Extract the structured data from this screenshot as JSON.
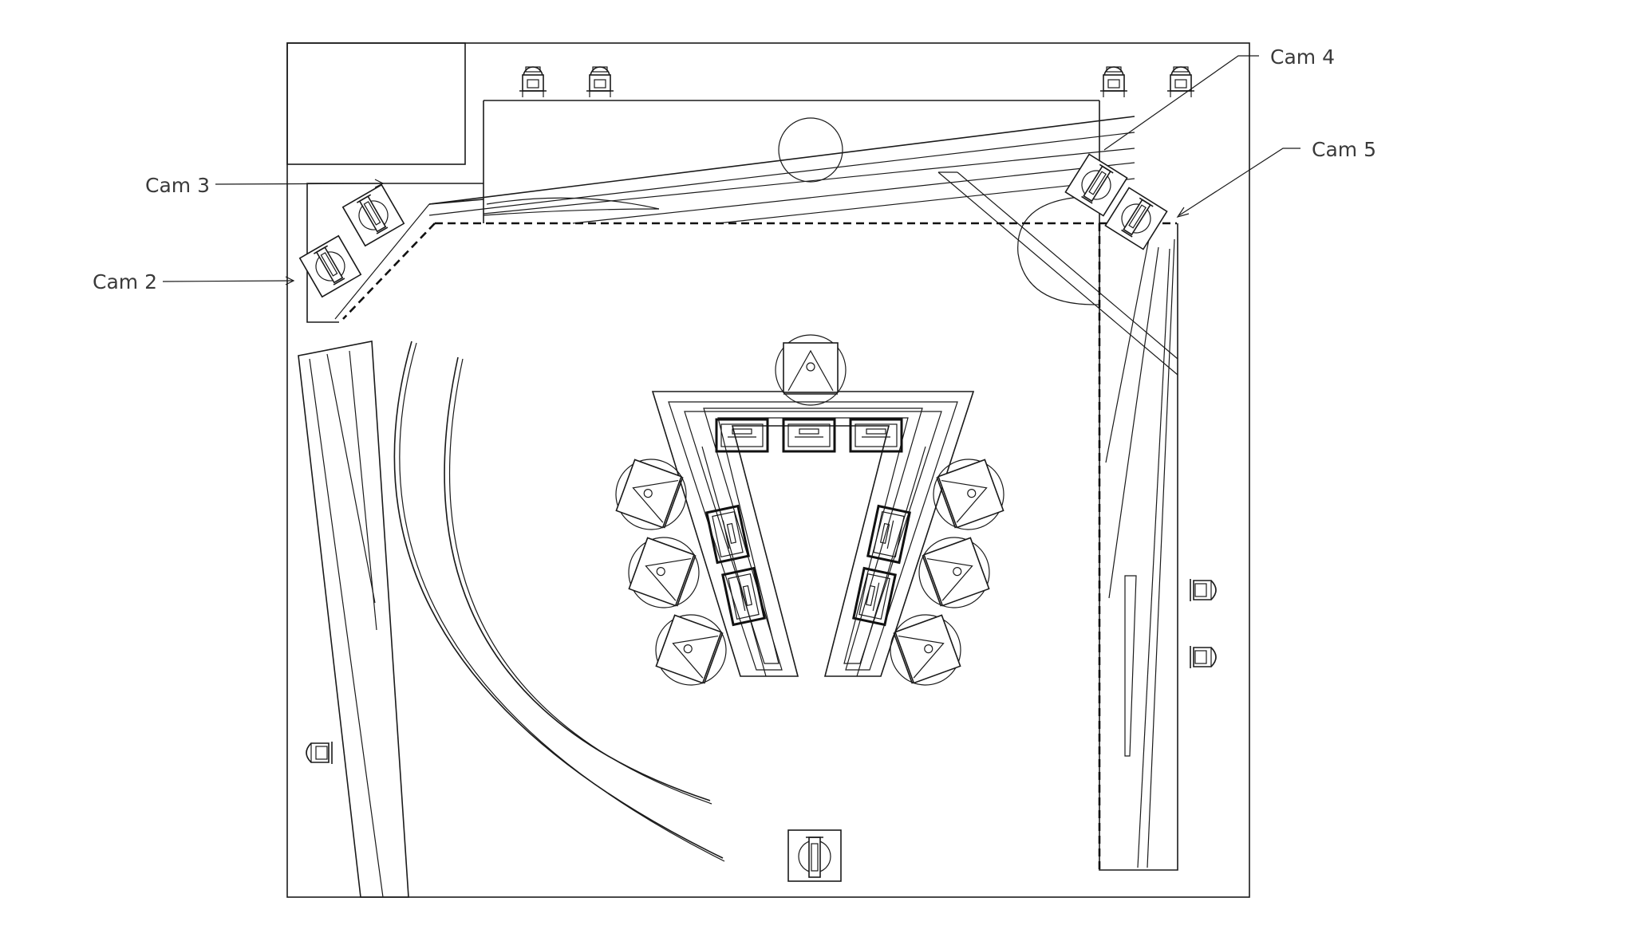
{
  "camera_labels": {
    "cam2": "Cam 2",
    "cam3": "Cam 3",
    "cam4": "Cam 4",
    "cam5": "Cam 5"
  },
  "icons": {
    "light": "stage-light-icon",
    "camera": "camera-icon",
    "seat": "seat-icon",
    "monitor": "monitor-icon"
  },
  "colors": {
    "line": "#1a1a1a",
    "label": "#3a3a3a",
    "background": "#ffffff"
  }
}
